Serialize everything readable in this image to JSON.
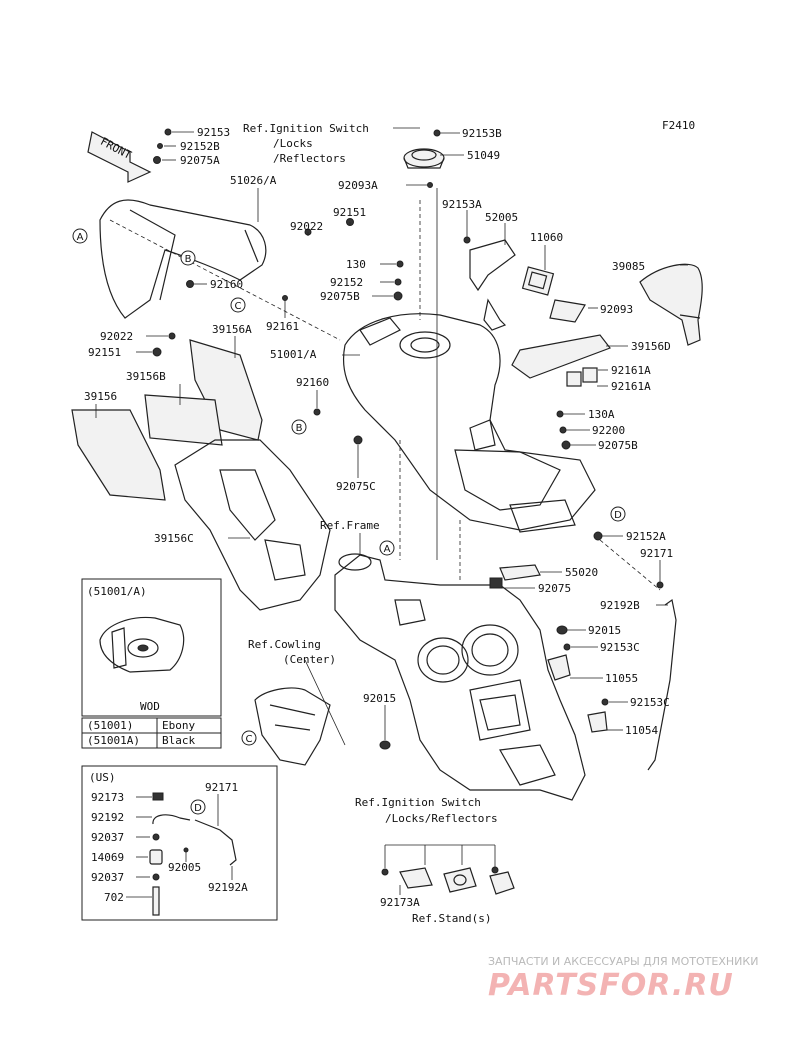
{
  "figure_code": "F2410",
  "front_label": "FRONT",
  "part_labels": [
    "92153",
    "92152B",
    "92075A",
    "51026/A",
    "92022",
    "92151",
    "130",
    "92152",
    "92075B",
    "92160",
    "92161",
    "92022",
    "92151",
    "39156A",
    "39156B",
    "39156",
    "51001/A",
    "92160",
    "92075C",
    "39156C",
    "92153B",
    "51049",
    "92093A",
    "92153A",
    "52005",
    "11060",
    "39085",
    "92093",
    "39156D",
    "92161A",
    "92161A",
    "130A",
    "92200",
    "92075B",
    "92152A",
    "92171",
    "55020",
    "92075",
    "92192B",
    "92015",
    "92153C",
    "11055",
    "92015",
    "92153C",
    "11054"
  ],
  "refs": {
    "ignition_top_1": "Ref.Ignition Switch",
    "ignition_top_2": "/Locks",
    "ignition_top_3": "/Reflectors",
    "frame": "Ref.Frame",
    "cowling_1": "Ref.Cowling",
    "cowling_2": "(Center)",
    "ignition_bottom_1": "Ref.Ignition Switch",
    "ignition_bottom_2": "/Locks/Reflectors",
    "stand": "Ref.Stand(s)"
  },
  "callouts": {
    "a": "A",
    "b": "B",
    "c": "C",
    "d": "D"
  },
  "inset_51001": {
    "title": "(51001/A)",
    "caption": "WOD",
    "rows": [
      {
        "code": "(51001)",
        "color": "Ebony"
      },
      {
        "code": "(51001A)",
        "color": "Black"
      }
    ]
  },
  "inset_us": {
    "title": "(US)",
    "labels": [
      "92173",
      "92192",
      "92037",
      "14069",
      "92037",
      "702",
      "92171",
      "92005",
      "92192A"
    ]
  },
  "bottom_labels": [
    "92173A"
  ],
  "watermark": {
    "line1": "ЗАПЧАСТИ И АКСЕССУАРЫ ДЛЯ МОТОТЕХНИКИ",
    "line2": "PARTSFOR.RU"
  }
}
